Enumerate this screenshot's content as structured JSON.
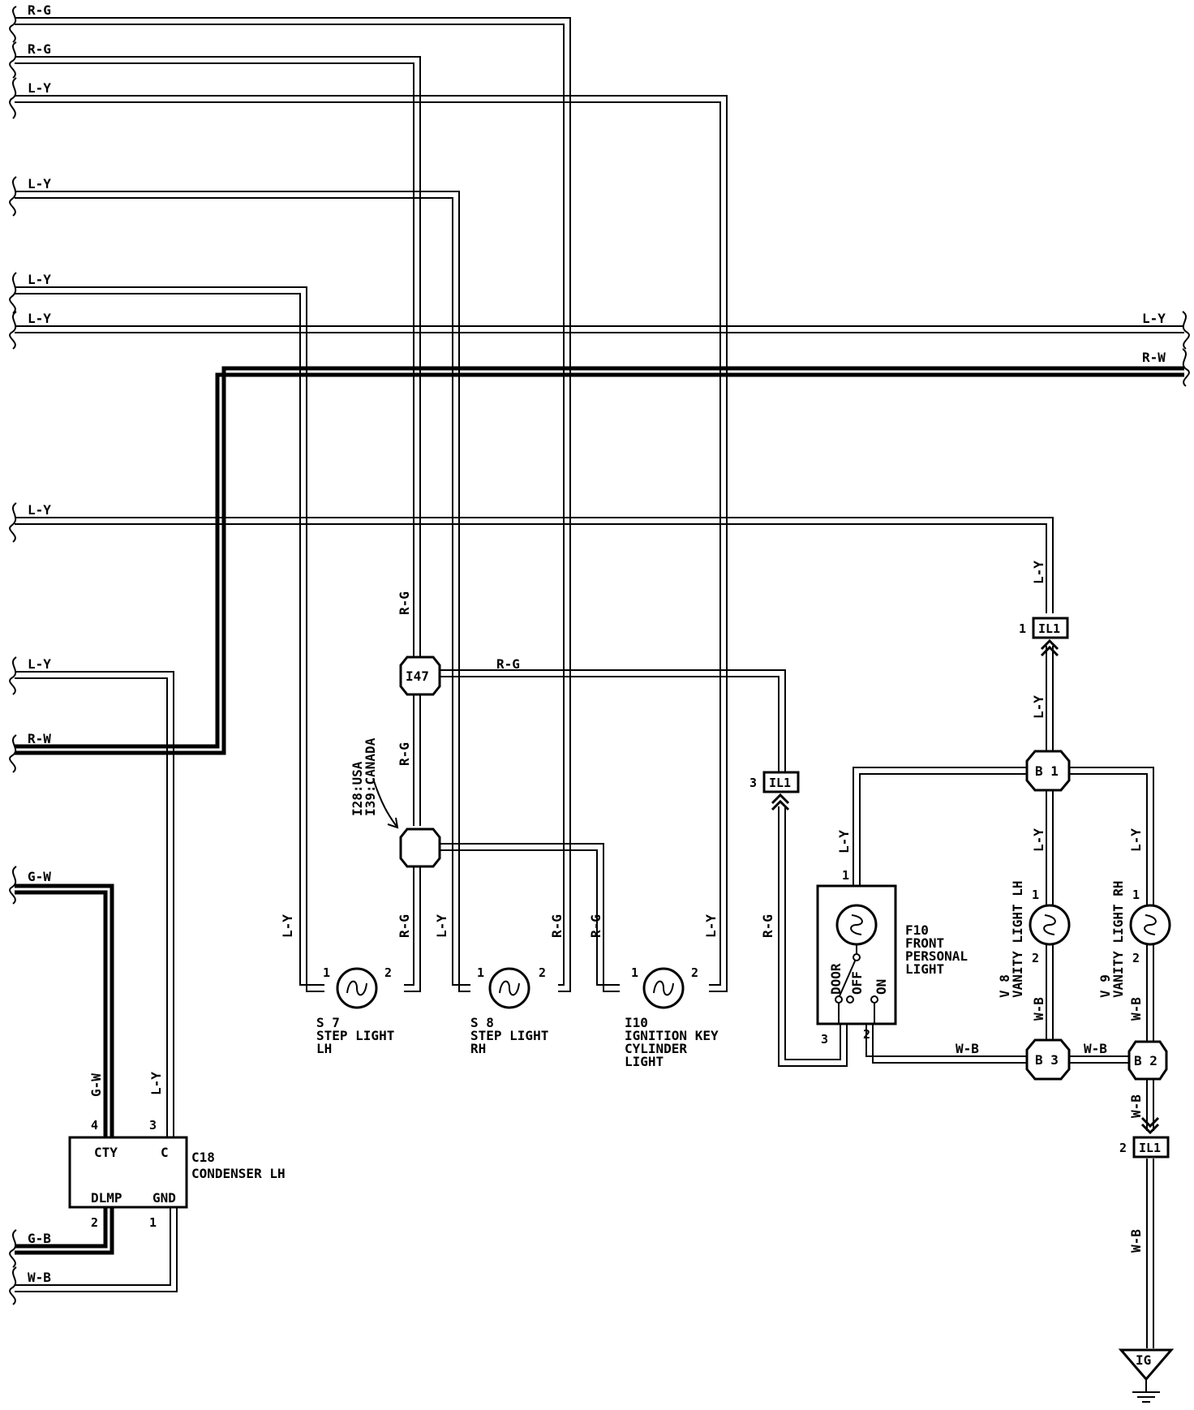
{
  "colors": {
    "ink": "#000000",
    "background": "#ffffff"
  },
  "wires_left": [
    {
      "id": "w-rg-1",
      "label": "R-G"
    },
    {
      "id": "w-rg-2",
      "label": "R-G"
    },
    {
      "id": "w-ly-1",
      "label": "L-Y"
    },
    {
      "id": "w-ly-2",
      "label": "L-Y"
    },
    {
      "id": "w-ly-3",
      "label": "L-Y"
    },
    {
      "id": "w-ly-4",
      "label": "L-Y"
    },
    {
      "id": "w-ly-5",
      "label": "L-Y"
    },
    {
      "id": "w-ly-6",
      "label": "L-Y"
    },
    {
      "id": "w-rw",
      "label": "R-W"
    },
    {
      "id": "w-gw",
      "label": "G-W"
    },
    {
      "id": "w-gb",
      "label": "G-B"
    },
    {
      "id": "w-wb",
      "label": "W-B"
    }
  ],
  "wires_right": [
    {
      "id": "wr-ly",
      "label": "L-Y"
    },
    {
      "id": "wr-rw",
      "label": "R-W"
    }
  ],
  "wire_labels": {
    "rg": "R-G",
    "ly": "L-Y",
    "wb": "W-B",
    "gw": "G-W"
  },
  "junctions": {
    "i47": "I47",
    "note_line1": "I28:USA",
    "note_line2": "I39:CANADA",
    "b1": "B 1",
    "b3": "B 3",
    "b2": "B 2"
  },
  "connectors": {
    "il1": "IL1",
    "il1_pin_top": "1",
    "il1_pin_mid": "3",
    "il1_pin_bottom": "2"
  },
  "components": {
    "s7": {
      "id": "S 7",
      "name1": "STEP LIGHT",
      "name2": "LH",
      "pin1": "1",
      "pin2": "2"
    },
    "s8": {
      "id": "S 8",
      "name1": "STEP LIGHT",
      "name2": "RH",
      "pin1": "1",
      "pin2": "2"
    },
    "i10": {
      "id": "I10",
      "name1": "IGNITION KEY",
      "name2": "CYLINDER",
      "name3": "LIGHT",
      "pin1": "1",
      "pin2": "2"
    },
    "f10": {
      "id": "F10",
      "name1": "FRONT",
      "name2": "PERSONAL",
      "name3": "LIGHT",
      "pin1": "1",
      "pin2": "2",
      "pin3": "3",
      "sw_door": "DOOR",
      "sw_off": "OFF",
      "sw_on": "ON"
    },
    "v8": {
      "id": "V 8",
      "name": "VANITY LIGHT LH",
      "pin1": "1",
      "pin2": "2"
    },
    "v9": {
      "id": "V 9",
      "name": "VANITY LIGHT RH",
      "pin1": "1",
      "pin2": "2"
    },
    "c18": {
      "id": "C18",
      "name": "CONDENSER LH",
      "t_cty": "CTY",
      "t_c": "C",
      "t_dlmp": "DLMP",
      "t_gnd": "GND",
      "pin4": "4",
      "pin3": "3",
      "pin2": "2",
      "pin1": "1"
    },
    "ig": "IG"
  }
}
